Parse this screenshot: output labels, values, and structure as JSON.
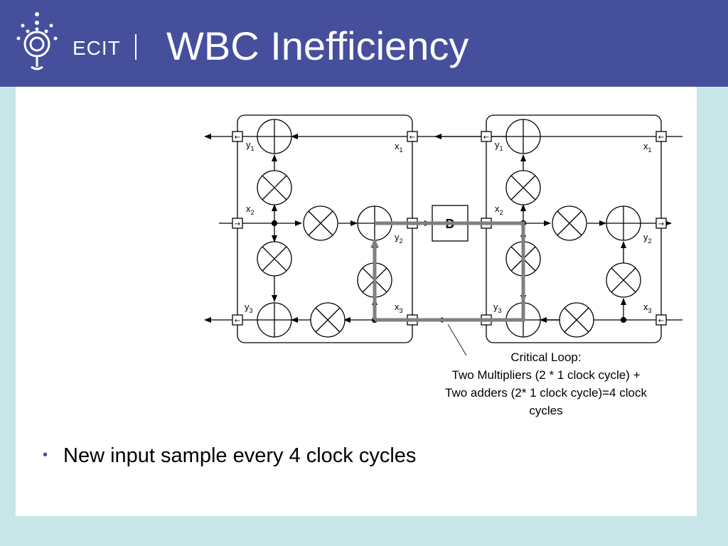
{
  "header": {
    "logo_text": "ECIT",
    "title": "WBC Inefficiency"
  },
  "diagram": {
    "delay_label": "D",
    "cell1": {
      "y1": "y",
      "y1_sub": "1",
      "x1": "x",
      "x1_sub": "1",
      "x2": "x",
      "x2_sub": "2",
      "y2": "y",
      "y2_sub": "2",
      "y3": "y",
      "y3_sub": "3",
      "x3": "x",
      "x3_sub": "3"
    },
    "cell2": {
      "y1": "y",
      "y1_sub": "1",
      "x1": "x",
      "x1_sub": "1",
      "x2": "x",
      "x2_sub": "2",
      "y2": "y",
      "y2_sub": "2",
      "y3": "y",
      "y3_sub": "3",
      "x3": "x",
      "x3_sub": "3"
    },
    "caption": "Critical Loop:\nTwo Multipliers (2 * 1 clock cycle) +\nTwo adders (2* 1 clock cycle)=4 clock\ncycles",
    "colors": {
      "critical_path": "#808080",
      "ink": "#000000"
    }
  },
  "bullets": [
    {
      "text": "New input sample every 4 clock cycles"
    }
  ]
}
